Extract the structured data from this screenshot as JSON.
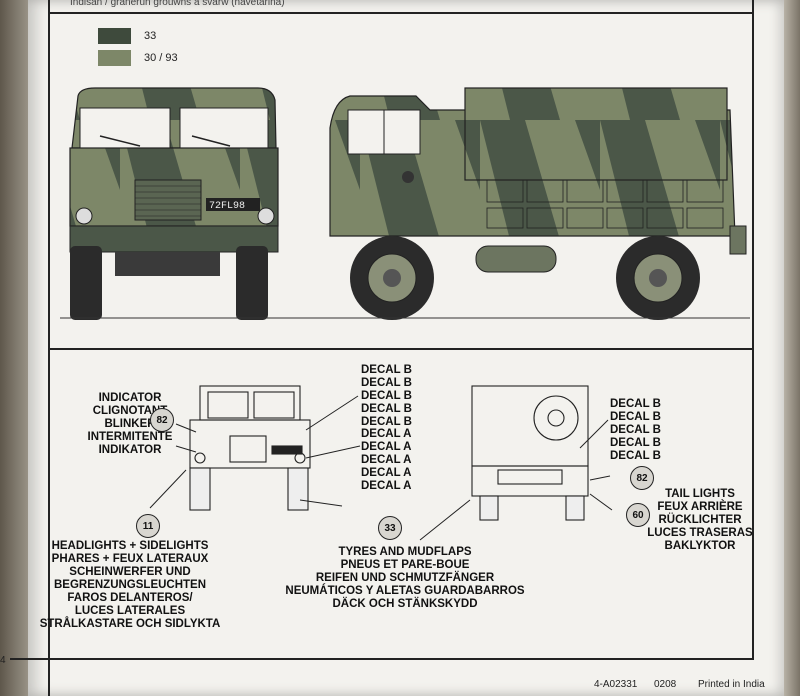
{
  "header": {
    "subtitle": "Indisan / granerun grouwns a svarw (navetarina)"
  },
  "swatches": [
    {
      "code": "33",
      "color": "#3e4a3c"
    },
    {
      "code": "30 / 93",
      "color": "#7d8768"
    }
  ],
  "front_view": {
    "plate": "72FL98"
  },
  "callouts": {
    "indicator": [
      "INDICATOR",
      "CLIGNOTANT",
      "BLINKER",
      "INTERMITENTE",
      "INDIKATOR"
    ],
    "indicator_badge": "82",
    "headlights_badge": "11",
    "headlights": [
      "HEADLIGHTS + SIDELIGHTS",
      "PHARES + FEUX LATERAUX",
      "SCHEINWERFER UND",
      "BEGRENZUNGSLEUCHTEN",
      "FAROS DELANTEROS/",
      "LUCES LATERALES",
      "STRÅLKASTARE OCH SIDLYKTA"
    ],
    "decal_b_front": [
      "DECAL B",
      "DECAL B",
      "DECAL B",
      "DECAL B",
      "DECAL B"
    ],
    "decal_a": [
      "DECAL A",
      "DECAL A",
      "DECAL A",
      "DECAL A",
      "DECAL A"
    ],
    "tyres_badge": "33",
    "tyres": [
      "TYRES AND MUDFLAPS",
      "PNEUS ET PARE-BOUE",
      "REIFEN UND SCHMUTZFÄNGER",
      "NEUMÁTICOS Y ALETAS GUARDABARROS",
      "DÄCK OCH STÄNKSKYDD"
    ],
    "decal_b_rear": [
      "DECAL B",
      "DECAL B",
      "DECAL B",
      "DECAL B",
      "DECAL B"
    ],
    "tail_badge_top": "82",
    "tail_badge_bottom": "60",
    "tail_lights": [
      "TAIL LIGHTS",
      "FEUX ARRIÈRE",
      "RÜCKLICHTER",
      "LUCES TRASERAS",
      "BAKLYKTOR"
    ]
  },
  "footer": {
    "page_number": "4",
    "code": "4-A02331",
    "date": "0208",
    "printed": "Printed in India"
  }
}
